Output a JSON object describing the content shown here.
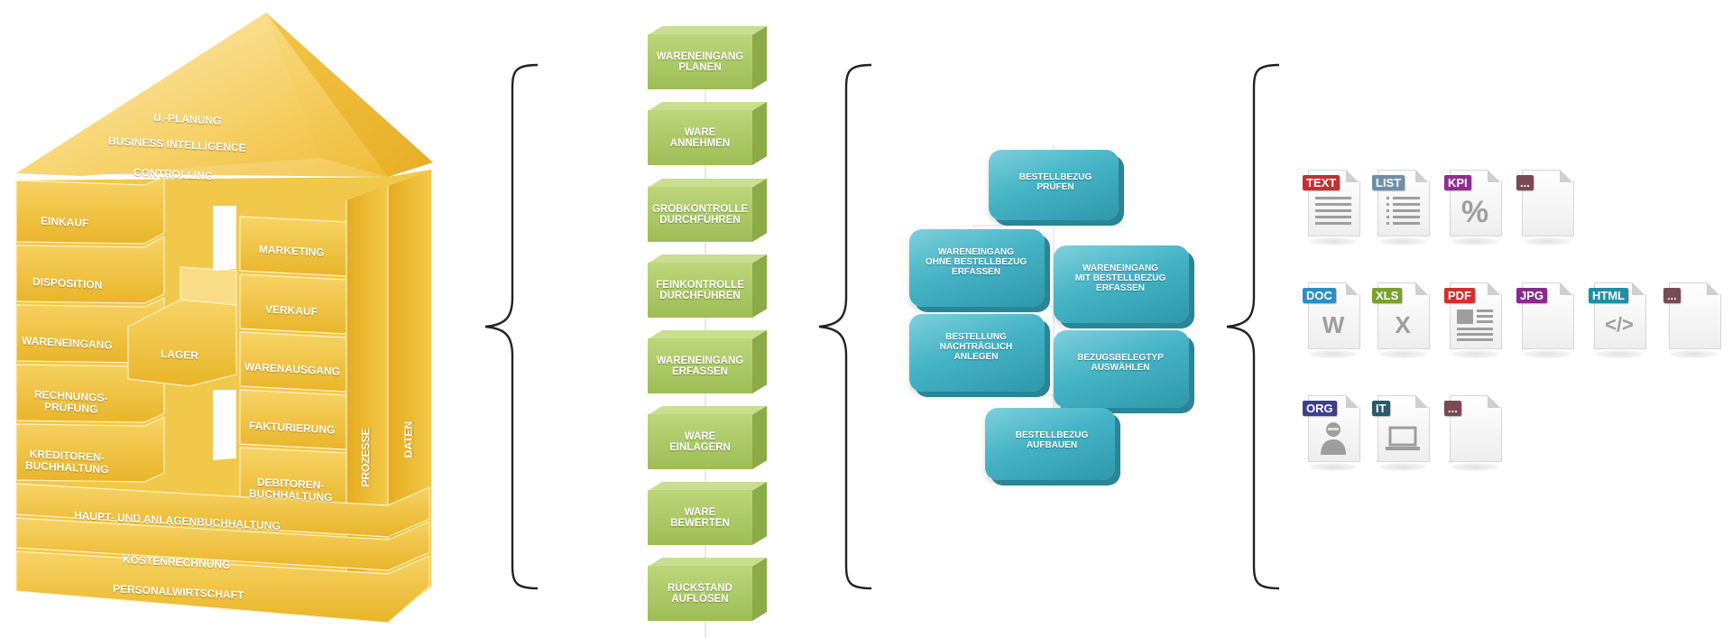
{
  "house": {
    "roof": [
      "U.-PLANUNG",
      "BUSINESS INTELLIGENCE",
      "CONTROLLING"
    ],
    "left": [
      "EINKAUF",
      "DISPOSITION",
      "WARENEINGANG",
      "RECHNUNGS-\nPRÜFUNG",
      "KREDITOREN-\nBUCHHALTUNG"
    ],
    "center": "LAGER",
    "right": [
      "MARKETING",
      "VERKAUF",
      "WARENAUSGANG",
      "FAKTURIERUNG",
      "DEBITOREN-\nBUCHHALTUNG"
    ],
    "vertical": [
      "PROZESSE",
      "DATEN"
    ],
    "base": [
      "HAUPT- UND ANLAGENBUCHHALTUNG",
      "KOSTENRECHNUNG",
      "PERSONALWIRTSCHAFT"
    ]
  },
  "process_steps": [
    "WARENEINGANG\nPLANEN",
    "WARE\nANNEHMEN",
    "GROBKONTROLLE\nDURCHFÜHREN",
    "FEINKONTROLLE\nDURCHFÜHREN",
    "WARENEINGANG\nERFASSEN",
    "WARE\nEINLAGERN",
    "WARE\nBEWERTEN",
    "RÜCKSTAND\nAUFLÖSEN"
  ],
  "subprocesses": {
    "top": "BESTELLBEZUG\nPRÜFEN",
    "mid_left": "WARENEINGANG\nOHNE BESTELLBEZUG\nERFASSEN",
    "mid_right": "WARENEINGANG\nMIT BESTELLBEZUG\nERFASSEN",
    "low_left": "BESTELLUNG\nNACHTRÄGLICH\nANLEGEN",
    "low_right": "BEZUGSBELEGTYP\nAUSWÄHLEN",
    "bottom": "BESTELLBEZUG\nAUFBAUEN"
  },
  "documents": [
    {
      "label": "TEXT",
      "color": "#c62f2f",
      "glyph": "text-lines-icon"
    },
    {
      "label": "LIST",
      "color": "#6f8fa6",
      "glyph": "bulleted-list-icon"
    },
    {
      "label": "KPI",
      "color": "#8e2f8f",
      "glyph": "percent-icon",
      "glyph_text": "%"
    },
    {
      "label": "...",
      "color": "#7a4a54",
      "glyph": "blank-page-icon"
    },
    {
      "label": "DOC",
      "color": "#2a8fc7",
      "glyph": "word-icon",
      "glyph_text": "W"
    },
    {
      "label": "XLS",
      "color": "#7aa12e",
      "glyph": "excel-icon",
      "glyph_text": "X"
    },
    {
      "label": "PDF",
      "color": "#d0302f",
      "glyph": "pdf-layout-icon"
    },
    {
      "label": "JPG",
      "color": "#8a2a8f",
      "glyph": "blank-page-icon"
    },
    {
      "label": "HTML",
      "color": "#1f8ea6",
      "glyph": "code-icon",
      "glyph_text": "</>"
    },
    {
      "label": "...",
      "color": "#7a4a54",
      "glyph": "blank-page-icon"
    },
    {
      "label": "ORG",
      "color": "#3b3f8a",
      "glyph": "person-icon"
    },
    {
      "label": "IT",
      "color": "#2a5a6a",
      "glyph": "laptop-icon"
    },
    {
      "label": "...",
      "color": "#7a4a54",
      "glyph": "blank-page-icon"
    }
  ],
  "colors": {
    "gold": "#f1c232",
    "green": "#a7c561",
    "teal": "#3fb0c2",
    "brace": "#222222"
  }
}
